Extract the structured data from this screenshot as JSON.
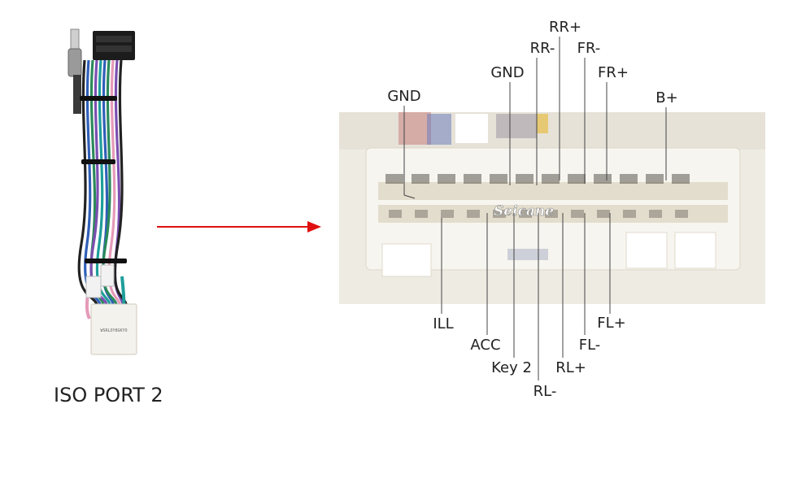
{
  "caption": "ISO PORT 2",
  "watermark": "Seicane",
  "sticker_text": "W\nWSRLOY8GKYO",
  "colors": {
    "arrow": "#e01010",
    "connector_body": "#f4f1e8",
    "connector_shadow": "#d9d3c2",
    "pin": "#b9b3a6",
    "wire_blue": "#2f5fb8",
    "wire_green": "#2b8a5a",
    "wire_purple": "#7b4fb0",
    "wire_black": "#222222",
    "wire_pink": "#e59ab8",
    "wire_teal": "#1e9e9a"
  },
  "top_pins": [
    {
      "label": "GND",
      "id": "gnd-left"
    },
    {
      "label": "GND",
      "id": "gnd-mid"
    },
    {
      "label": "RR-",
      "id": "rr-minus"
    },
    {
      "label": "RR+",
      "id": "rr-plus"
    },
    {
      "label": "FR-",
      "id": "fr-minus"
    },
    {
      "label": "FR+",
      "id": "fr-plus"
    },
    {
      "label": "B+",
      "id": "b-plus"
    }
  ],
  "bottom_pins": [
    {
      "label": "ILL",
      "id": "ill"
    },
    {
      "label": "ACC",
      "id": "acc"
    },
    {
      "label": "Key 2",
      "id": "key2"
    },
    {
      "label": "RL-",
      "id": "rl-minus"
    },
    {
      "label": "RL+",
      "id": "rl-plus"
    },
    {
      "label": "FL-",
      "id": "fl-minus"
    },
    {
      "label": "FL+",
      "id": "fl-plus"
    }
  ],
  "icons": {
    "arrow": "right-arrow-icon",
    "harness": "wire-harness-icon",
    "connector": "connector-photo-icon"
  }
}
